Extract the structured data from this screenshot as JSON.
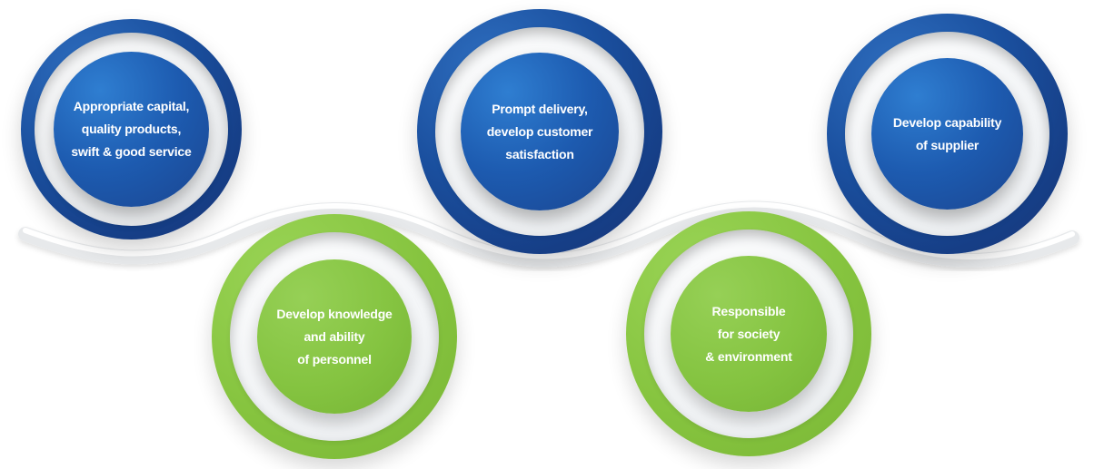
{
  "nodes": [
    {
      "id": "capital",
      "color": "blue",
      "text": "Appropriate capital,\nquality products,\nswift & good service"
    },
    {
      "id": "personnel",
      "color": "green",
      "text": "Develop knowledge\nand ability\nof personnel"
    },
    {
      "id": "delivery",
      "color": "blue",
      "text": "Prompt delivery,\ndevelop customer\nsatisfaction"
    },
    {
      "id": "society",
      "color": "green",
      "text": "Responsible\nfor society\n& environment"
    },
    {
      "id": "supplier",
      "color": "blue",
      "text": "Develop capability\nof supplier"
    }
  ],
  "colors": {
    "blue": "#1d5bb0",
    "green": "#85c441",
    "wave": "#e6e8ea"
  }
}
